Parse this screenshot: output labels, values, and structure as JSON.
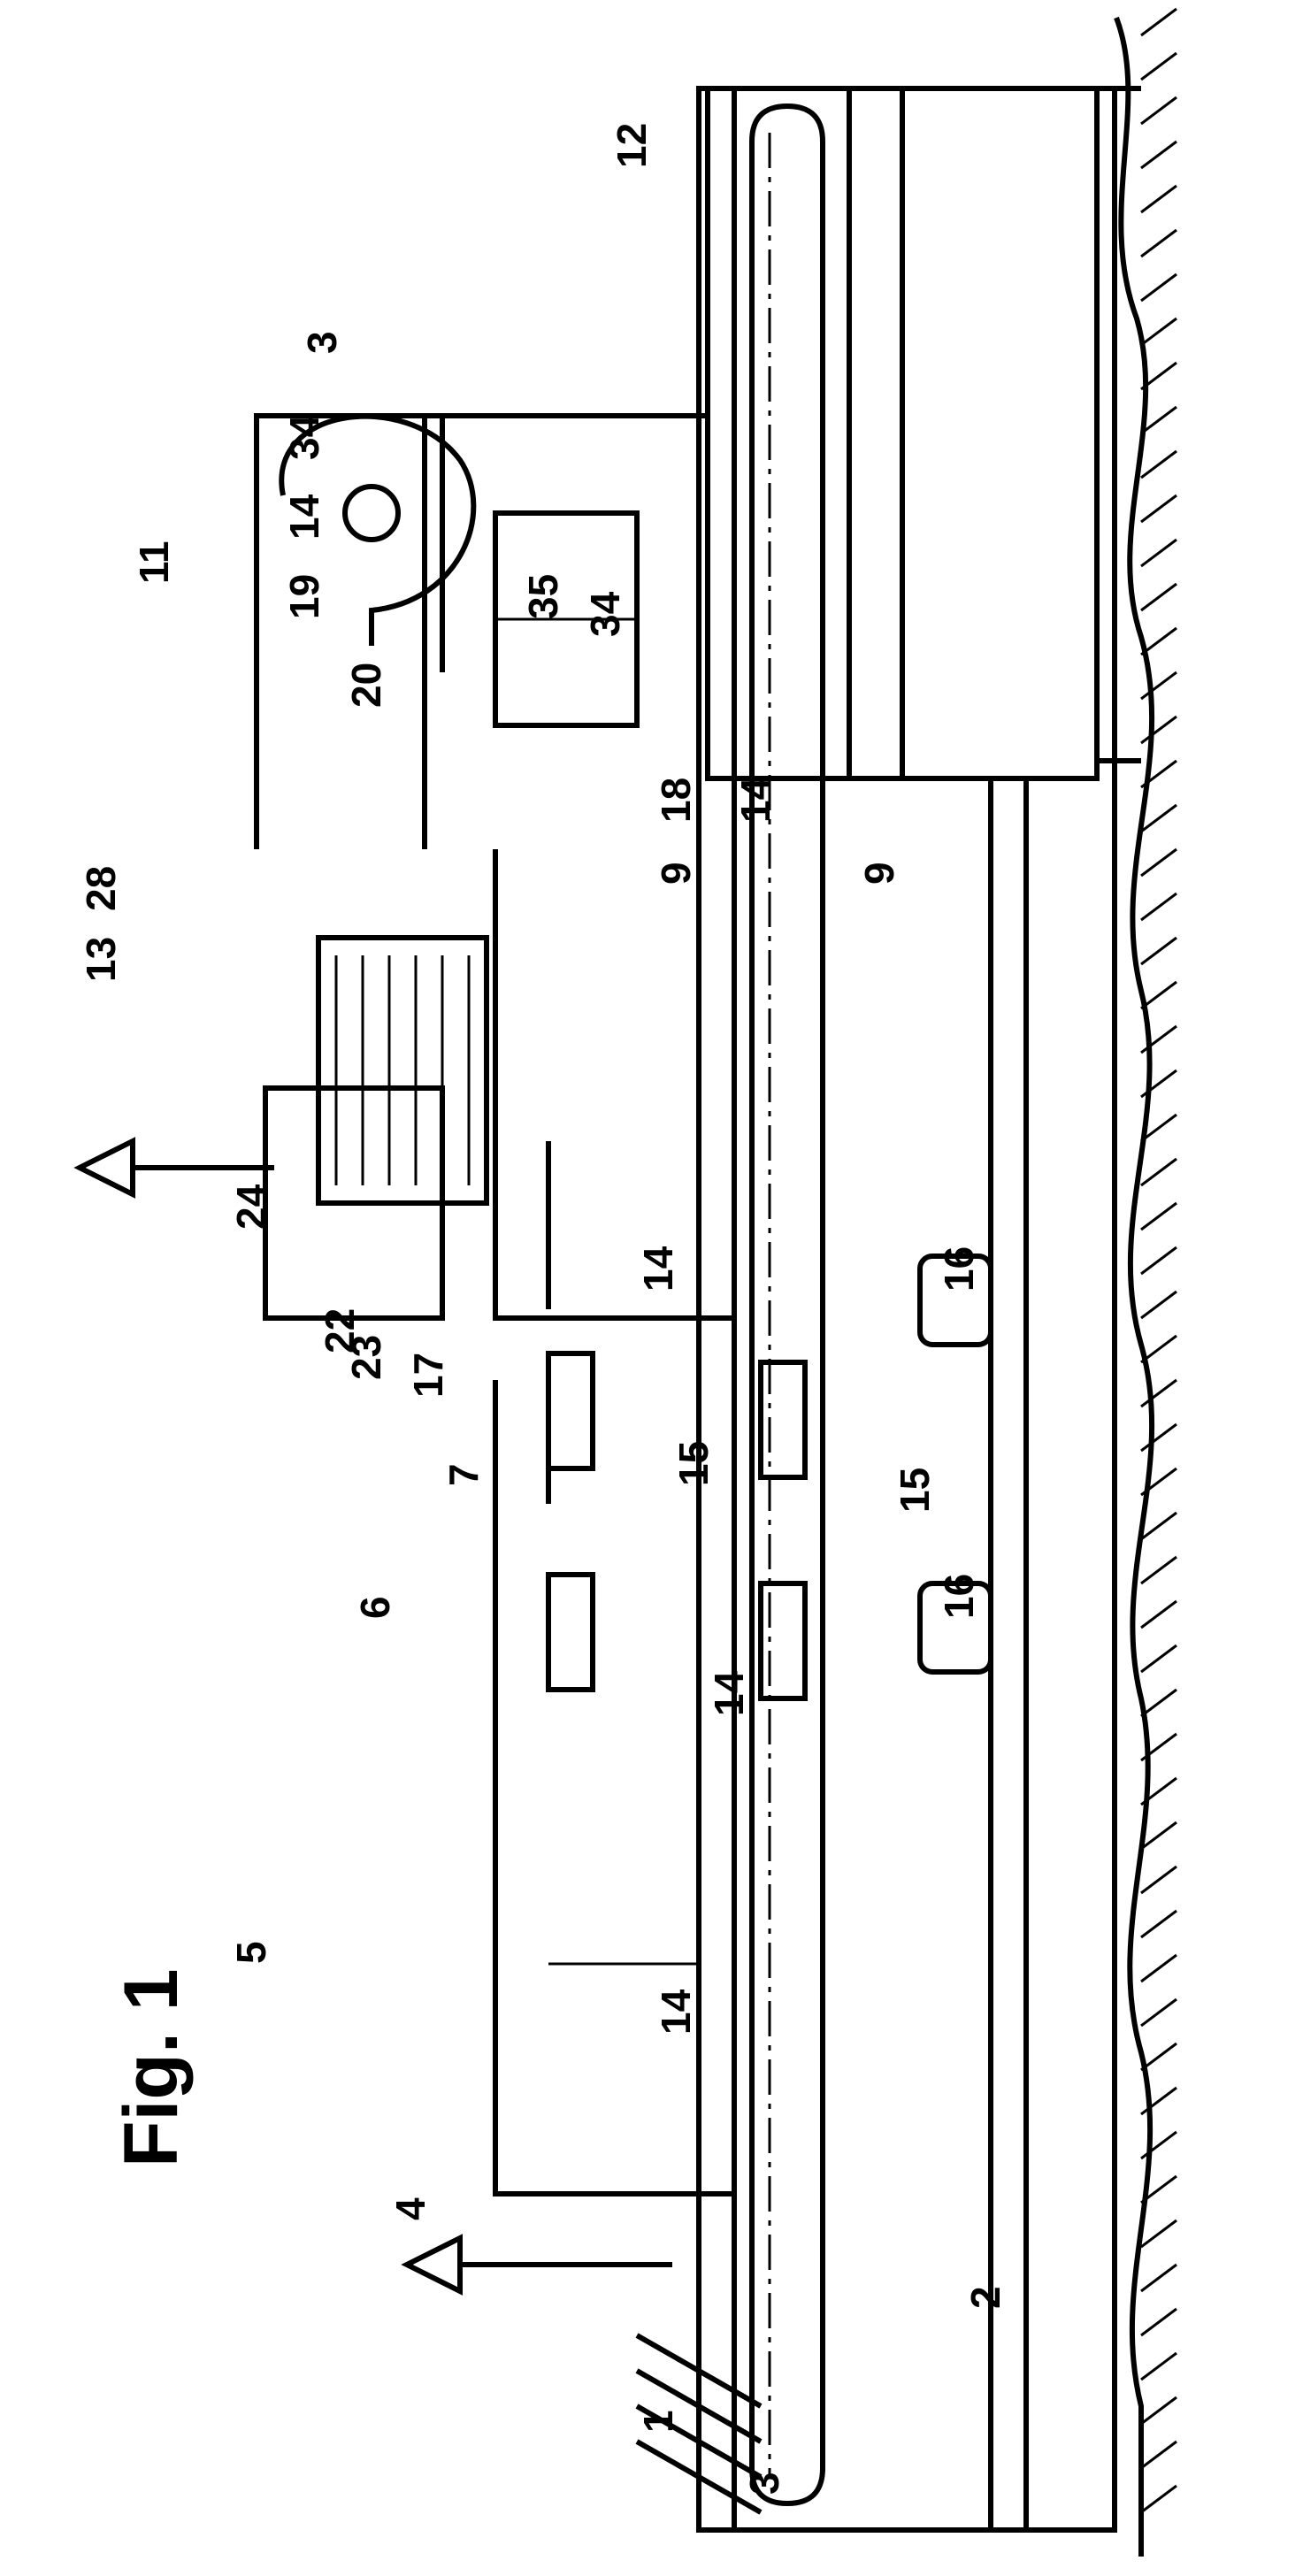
{
  "figure": {
    "caption": "Fig. 1",
    "labels": {
      "l12": "12",
      "l11": "11",
      "l3top": "3",
      "l34a": "34",
      "l14a": "14",
      "l19": "19",
      "l35": "35",
      "l34b": "34",
      "l20": "20",
      "l18": "18",
      "l14b": "14",
      "l9a": "9",
      "l9b": "9",
      "l28": "28",
      "l13": "13",
      "l24": "24",
      "l22": "22",
      "l23": "23",
      "l17": "17",
      "l7": "7",
      "l15a": "15",
      "l15b": "15",
      "l14c": "14",
      "l16a": "16",
      "l16b": "16",
      "l6": "6",
      "l14d": "14",
      "l5": "5",
      "l14e": "14",
      "l4": "4",
      "l2": "2",
      "l1": "1",
      "l3bot": "3"
    }
  }
}
